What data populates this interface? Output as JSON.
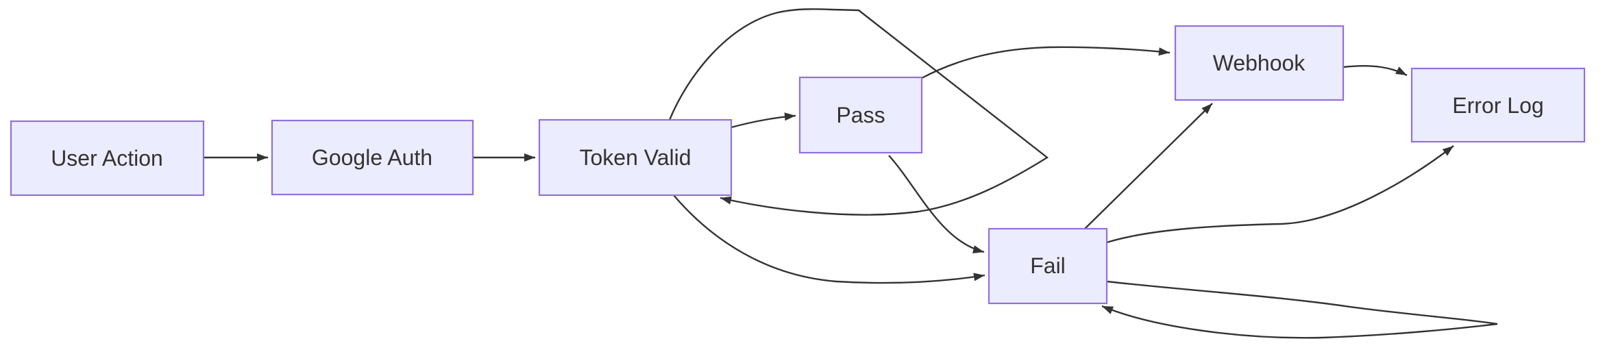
{
  "diagram": {
    "type": "flowchart-LR",
    "colors": {
      "background": "#ffffff",
      "node_fill": "#ECECFF",
      "node_border": "#9370DB",
      "edge_stroke": "#333333",
      "label_text": "#333333"
    },
    "nodes": [
      {
        "id": "user-action",
        "label": "User Action"
      },
      {
        "id": "google-auth",
        "label": "Google Auth"
      },
      {
        "id": "token-valid",
        "label": "Token Valid"
      },
      {
        "id": "pass",
        "label": "Pass"
      },
      {
        "id": "fail",
        "label": "Fail"
      },
      {
        "id": "webhook",
        "label": "Webhook"
      },
      {
        "id": "error-log",
        "label": "Error Log"
      }
    ],
    "edges": [
      {
        "from": "User Action",
        "to": "Google Auth"
      },
      {
        "from": "Google Auth",
        "to": "Token Valid"
      },
      {
        "from": "Token Valid",
        "to": "Pass"
      },
      {
        "from": "Token Valid",
        "to": "Fail"
      },
      {
        "from": "Token Valid",
        "to": "Token Valid"
      },
      {
        "from": "Pass",
        "to": "Fail"
      },
      {
        "from": "Pass",
        "to": "Webhook"
      },
      {
        "from": "Fail",
        "to": "Webhook"
      },
      {
        "from": "Fail",
        "to": "Error Log"
      },
      {
        "from": "Fail",
        "to": "Fail"
      },
      {
        "from": "Webhook",
        "to": "Error Log"
      }
    ]
  }
}
